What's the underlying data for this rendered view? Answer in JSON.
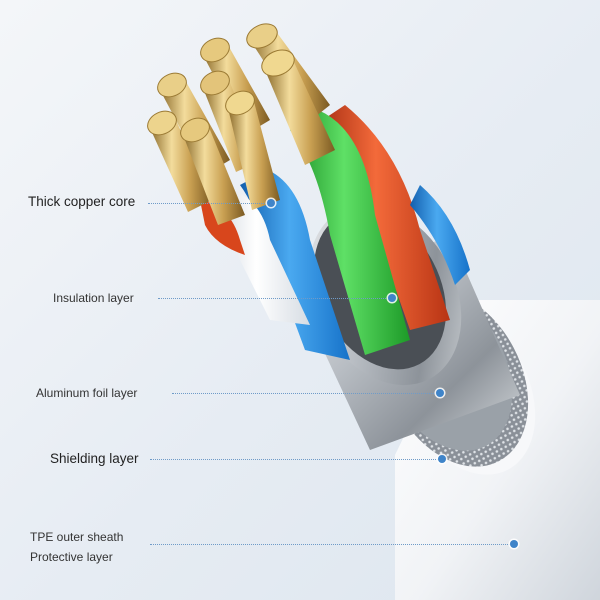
{
  "labels": {
    "copper_core": "Thick copper core",
    "insulation": "Insulation layer",
    "aluminum_foil": "Aluminum foil layer",
    "shielding": "Shielding layer",
    "outer_sheath_line1": "TPE outer sheath",
    "outer_sheath_line2": "Protective layer"
  },
  "colors": {
    "accent_dot": "#3f84c9",
    "wire_green": "#2fc23a",
    "wire_blue": "#1f8ae0",
    "wire_red": "#e0441e",
    "wire_white": "#f3f5f7",
    "copper_gold": "#d9b56a",
    "foil_silver": "#b9bdc2",
    "sheath_white": "#f7f8fa"
  }
}
